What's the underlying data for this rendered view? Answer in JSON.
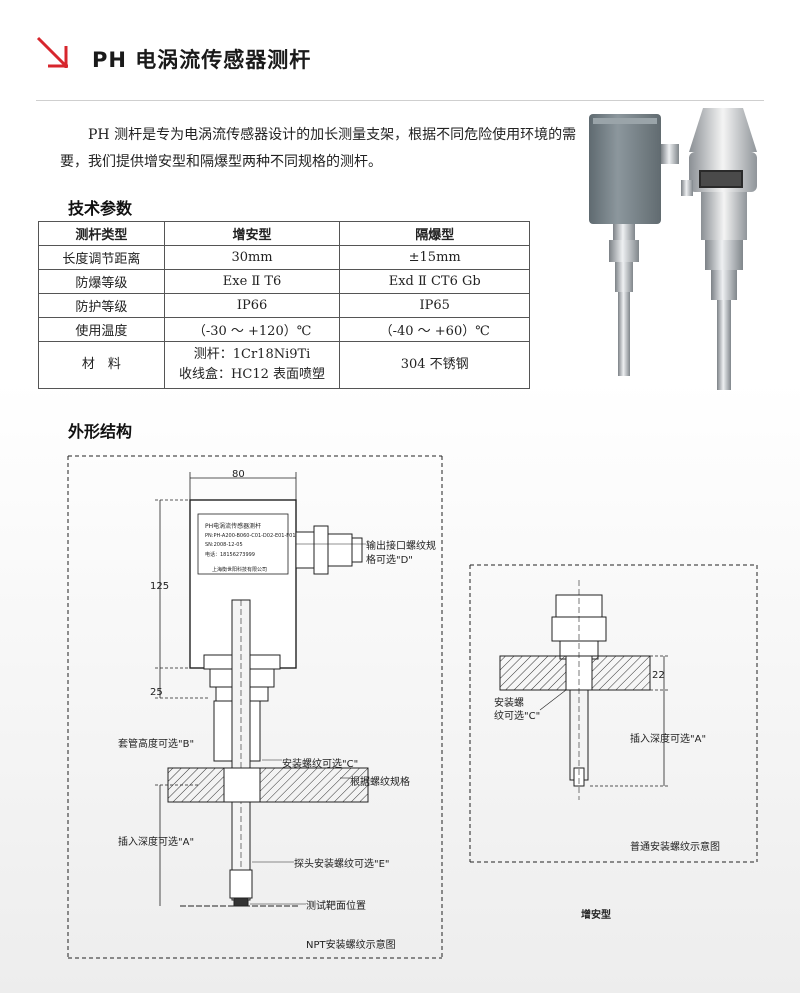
{
  "header": {
    "title": "PH 电涡流传感器测杆"
  },
  "intro": "PH 测杆是专为电涡流传感器设计的加长测量支架，根据不同危险使用环境的需要，我们提供增安型和隔爆型两种不同规格的测杆。",
  "specs": {
    "heading": "技术参数",
    "columns": [
      "测杆类型",
      "增安型",
      "隔爆型"
    ],
    "rows": [
      [
        "长度调节距离",
        "30mm",
        "±15mm"
      ],
      [
        "防爆等级",
        "Exe Ⅱ T6",
        "Exd Ⅱ CT6 Gb"
      ],
      [
        "防护等级",
        "IP66",
        "IP65"
      ],
      [
        "使用温度",
        "（-30 ～ +120）℃",
        "（-40 ～ +60）℃"
      ]
    ],
    "material": {
      "label": "材　料",
      "line1": "测杆：1Cr18Ni9Ti",
      "line2": "收线盒：HC12 表面喷塑",
      "other": "304 不锈钢"
    }
  },
  "structure": {
    "heading": "外形结构"
  },
  "drawing_left": {
    "dim_width": "80",
    "dim_height": "125",
    "dim_25": "25",
    "nameplate": {
      "title": "PH电涡流传感器测杆",
      "pn": "PN:PH-A200-B060-C01-D02-E01-F01",
      "sn": "SN:2008-12-05",
      "tel": "电话：18156273999",
      "company": "上海衡世阳科技有限公司"
    },
    "callout_output_1": "输出接口螺纹规",
    "callout_output_2": "格可选\"D\"",
    "callout_sleeve": "套管高度可选\"B\"",
    "callout_mount": "安装螺纹可选\"C\"",
    "callout_by_thread": "根据螺纹规格",
    "callout_insert": "插入深度可选\"A\"",
    "callout_probe": "探头安装螺纹可选\"E\"",
    "callout_target": "测试靶面位置",
    "caption": "NPT安装螺纹示意图"
  },
  "drawing_right": {
    "dim_22": "22",
    "callout_mount_1": "安装螺",
    "callout_mount_2": "纹可选\"C\"",
    "callout_insert": "插入深度可选\"A\"",
    "caption": "普通安装螺纹示意图",
    "type_label": "增安型"
  },
  "colors": {
    "accent": "#d7262d",
    "photo_box": "#7f8a90",
    "steel": "#b8bdc1"
  }
}
